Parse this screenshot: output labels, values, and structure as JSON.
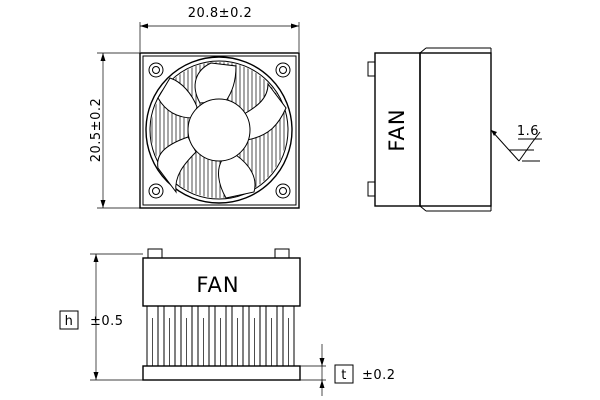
{
  "top_view": {
    "width_dim": "20.8±0.2",
    "height_dim": "20.5±0.2"
  },
  "side_view": {
    "label": "FAN",
    "roughness": "1.6"
  },
  "front_view": {
    "label": "FAN",
    "h_box": "h",
    "h_tol": "±0.5",
    "t_box": "t",
    "t_tol": "±0.2"
  }
}
